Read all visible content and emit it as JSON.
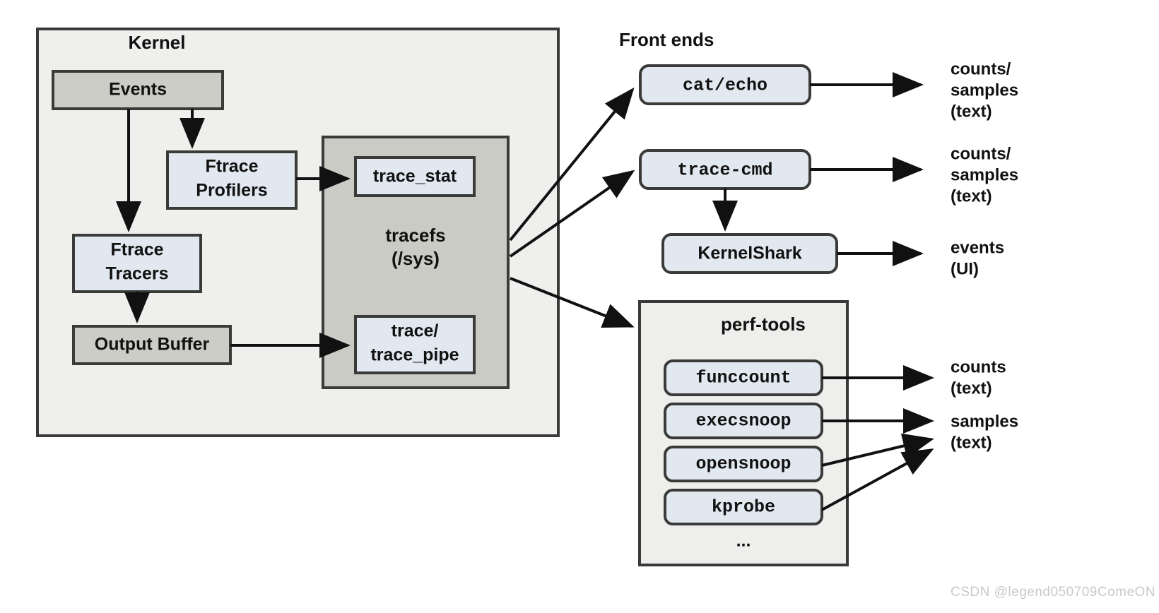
{
  "diagram": {
    "title_kernel": "Kernel",
    "title_frontends": "Front ends",
    "title_perftools": "perf-tools",
    "tracefs_line1": "tracefs",
    "tracefs_line2": "(/sys)",
    "watermark": "CSDN @legend050709ComeON"
  },
  "kernel_nodes": {
    "events": "Events",
    "ftrace_profilers_l1": "Ftrace",
    "ftrace_profilers_l2": "Profilers",
    "ftrace_tracers_l1": "Ftrace",
    "ftrace_tracers_l2": "Tracers",
    "output_buffer": "Output Buffer",
    "trace_stat": "trace_stat",
    "trace_pipe_l1": "trace/",
    "trace_pipe_l2": "trace_pipe"
  },
  "frontends": {
    "cat_echo": "cat/echo",
    "trace_cmd": "trace-cmd",
    "kernelshark": "KernelShark"
  },
  "perftools_items": [
    "funccount",
    "execsnoop",
    "opensnoop",
    "kprobe",
    "..."
  ],
  "outputs": {
    "cat_echo_l1": "counts/",
    "cat_echo_l2": "samples",
    "cat_echo_l3": "(text)",
    "trace_cmd_l1": "counts/",
    "trace_cmd_l2": "samples",
    "trace_cmd_l3": "(text)",
    "kernelshark_l1": "events",
    "kernelshark_l2": "(UI)",
    "funccount_l1": "counts",
    "funccount_l2": "(text)",
    "snoop_l1": "samples",
    "snoop_l2": "(text)"
  },
  "colors": {
    "panel_kernel": "#efefed",
    "panel_tracefs": "#cbcbc6",
    "box_gray": "#cdcdc8",
    "box_blue": "#e2e8ef",
    "stroke": "#3a3a38",
    "watermark": "#c9c9c9"
  }
}
